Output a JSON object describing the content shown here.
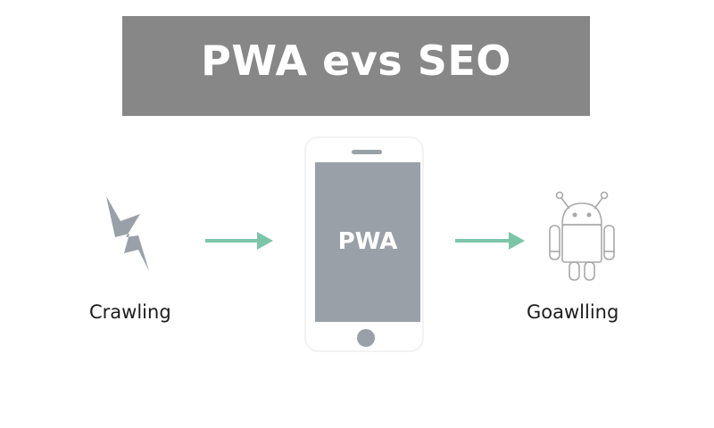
{
  "title": "PWA evs SEO",
  "colors": {
    "banner": "#878787",
    "icon_gray": "#9aa0a8",
    "arrow_green": "#7cc5a8",
    "outline_gray": "#a8a8a8"
  },
  "flow": {
    "left": {
      "icon": "lightning-bolt-icon",
      "label": "Crawling"
    },
    "center": {
      "icon": "smartphone-icon",
      "screen_label": "PWA"
    },
    "right": {
      "icon": "android-robot-icon",
      "label": "Goawlling"
    },
    "arrows": [
      "arrow-right-icon",
      "arrow-right-icon"
    ]
  }
}
